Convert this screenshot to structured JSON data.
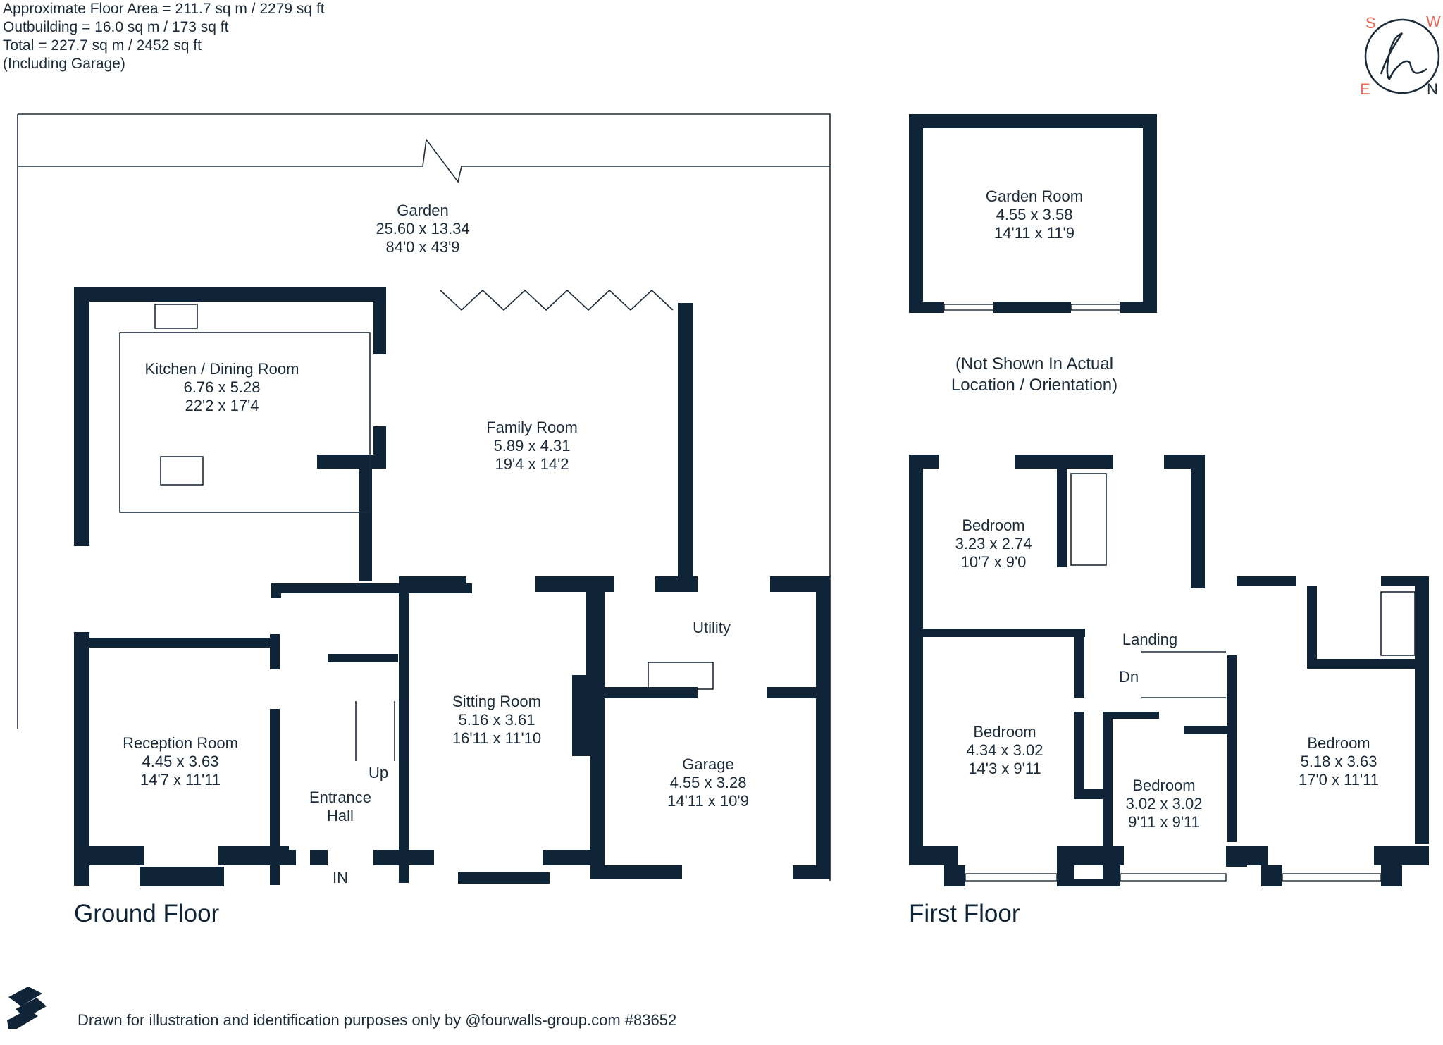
{
  "header": {
    "line1": "Approximate Floor Area = 211.7 sq m / 2279 sq ft",
    "line2": "Outbuilding = 16.0 sq m / 173 sq ft",
    "line3": "Total = 227.7 sq m / 2452 sq ft",
    "line4": "(Including Garage)"
  },
  "compass": {
    "s": "S",
    "w": "W",
    "e": "E",
    "n": "N",
    "accent": "#e8685a"
  },
  "garden": {
    "name": "Garden",
    "metric": "25.60 x 13.34",
    "imperial": "84'0 x 43'9"
  },
  "ground_floor": {
    "title": "Ground Floor",
    "rooms": [
      {
        "name": "Kitchen / Dining Room",
        "metric": "6.76 x 5.28",
        "imperial": "22'2 x 17'4"
      },
      {
        "name": "Family Room",
        "metric": "5.89 x 4.31",
        "imperial": "19'4 x 14'2"
      },
      {
        "name": "Utility"
      },
      {
        "name": "Sitting Room",
        "metric": "5.16 x 3.61",
        "imperial": "16'11 x 11'10"
      },
      {
        "name": "Reception Room",
        "metric": "4.45 x 3.63",
        "imperial": "14'7 x 11'11"
      },
      {
        "name": "Garage",
        "metric": "4.55 x 3.28",
        "imperial": "14'11 x 10'9"
      },
      {
        "name1": "Entrance",
        "name2": "Hall"
      }
    ],
    "up": "Up",
    "in": "IN"
  },
  "outbuilding": {
    "name": "Garden Room",
    "metric": "4.55 x 3.58",
    "imperial": "14'11 x 11'9",
    "note1": "(Not Shown In Actual",
    "note2": "Location / Orientation)"
  },
  "first_floor": {
    "title": "First Floor",
    "rooms": [
      {
        "name": "Bedroom",
        "metric": "3.23 x 2.74",
        "imperial": "10'7 x 9'0"
      },
      {
        "name": "Bedroom",
        "metric": "4.34 x 3.02",
        "imperial": "14'3 x 9'11"
      },
      {
        "name": "Bedroom",
        "metric": "3.02 x 3.02",
        "imperial": "9'11 x 9'11"
      },
      {
        "name": "Bedroom",
        "metric": "5.18 x 3.63",
        "imperial": "17'0 x 11'11"
      }
    ],
    "landing": "Landing",
    "dn": "Dn"
  },
  "footer": "Drawn for illustration and identification purposes only by @fourwalls-group.com #83652",
  "colors": {
    "wall": "#0f2437",
    "text": "#1c2b3a"
  }
}
